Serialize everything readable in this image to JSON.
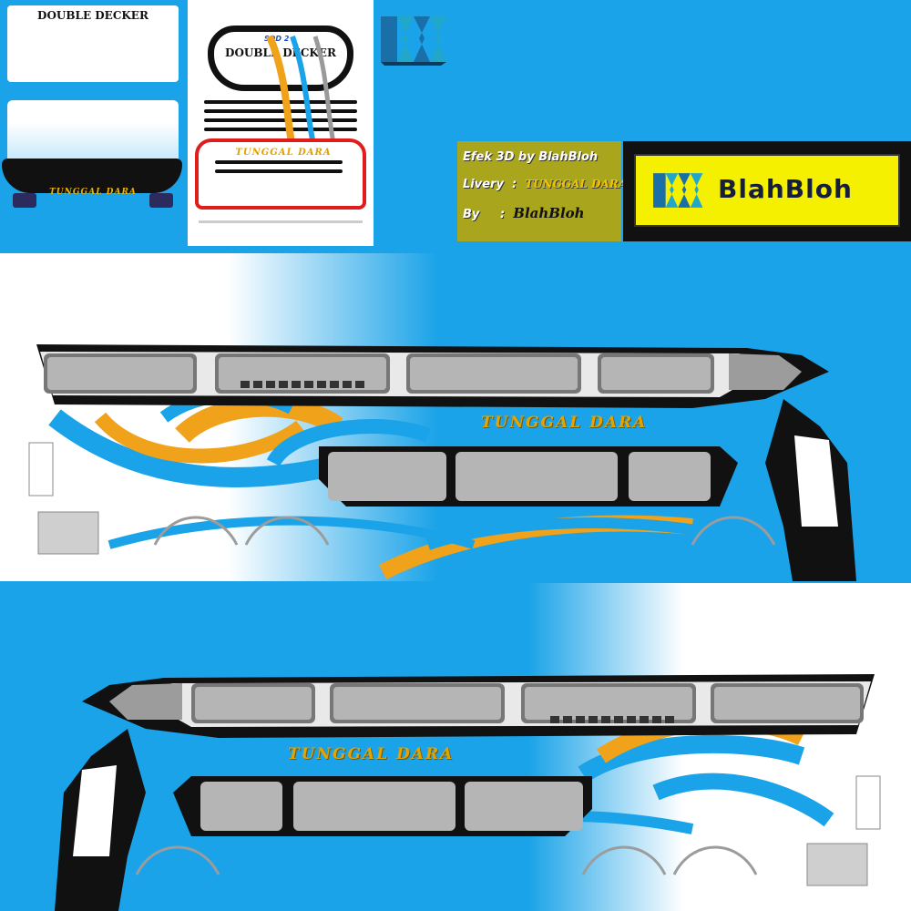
{
  "front_view": {
    "title": "DOUBLE DECKER",
    "brand": "TUNGGAL DARA"
  },
  "rear_view": {
    "model": "SDD 2",
    "title": "DOUBLE DECKER",
    "brand": "TUNGGAL DARA"
  },
  "credits": {
    "effect": "Efek 3D by BlahBloh",
    "livery_label": "Livery",
    "livery_value": "TUNGGAL DARA",
    "by_label": "By",
    "by_value": "BlahBloh"
  },
  "brand_box": {
    "name": "BlahBloh"
  },
  "side_right": {
    "brand": "TUNGGAL DARA"
  },
  "side_left": {
    "brand": "TUNGGAL DARA"
  },
  "colors": {
    "body_blue": "#1aa3e8",
    "accent_orange": "#f0a21a",
    "credit_olive": "#a9a51d",
    "brand_yellow": "#f5f000"
  },
  "icons": [
    "logo-bb-icon",
    "wifi-icon",
    "ac-icon",
    "tv-icon",
    "toilet-icon"
  ]
}
